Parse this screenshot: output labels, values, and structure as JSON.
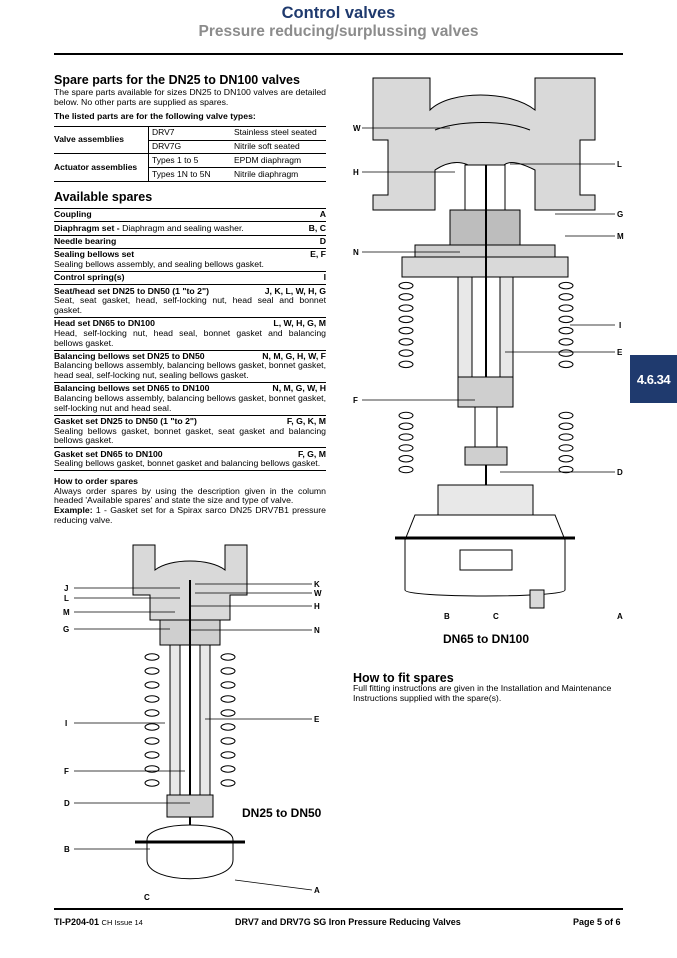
{
  "header": {
    "title": "Control valves",
    "subtitle": "Pressure reducing/surplussing valves"
  },
  "section_tab": "4.6.34",
  "spare_parts": {
    "heading": "Spare parts for the DN25 to DN100 valves",
    "intro": "The spare parts available for sizes DN25 to DN100 valves are detailed below. No other parts are supplied as spares.",
    "listed_heading": "The listed parts are for the following valve types:",
    "valve_types": [
      {
        "group": "Valve assemblies",
        "rows": [
          {
            "type": "DRV7",
            "desc": "Stainless steel seated"
          },
          {
            "type": "DRV7G",
            "desc": "Nitrile soft seated"
          }
        ]
      },
      {
        "group": "Actuator assemblies",
        "rows": [
          {
            "type": "Types 1 to 5",
            "desc": "EPDM diaphragm"
          },
          {
            "type": "Types 1N to 5N",
            "desc": "Nitrile diaphragm"
          }
        ]
      }
    ]
  },
  "available": {
    "heading": "Available spares",
    "items": [
      {
        "name": "Coupling",
        "desc": "",
        "code": "A",
        "detail": ""
      },
      {
        "name": "Diaphragm set -",
        "desc": " Diaphragm and sealing washer.",
        "code": "B, C",
        "detail": ""
      },
      {
        "name": "Needle bearing",
        "desc": "",
        "code": "D",
        "detail": ""
      },
      {
        "name": "Sealing bellows set",
        "desc": "",
        "code": "E, F",
        "detail": "Sealing bellows assembly, and sealing bellows gasket."
      },
      {
        "name": "Control spring(s)",
        "desc": "",
        "code": "I",
        "detail": ""
      },
      {
        "name": "Seat/head set  DN25 to DN50 (1 \"to 2\")",
        "desc": "",
        "code": "J, K, L, W, H, G",
        "detail": "Seat, seat gasket, head, self-locking nut, head seal and bonnet gasket."
      },
      {
        "name": "Head set DN65 to DN100",
        "desc": "",
        "code": "L, W, H, G, M",
        "detail": "Head, self-locking nut, head seal, bonnet gasket and balancing bellows gasket."
      },
      {
        "name": "Balancing bellows set DN25 to DN50",
        "desc": "",
        "code": "N, M, G, H, W, F",
        "detail": "Balancing bellows assembly, balancing bellows gasket, bonnet gasket, head seal, self-locking nut, sealing bellows gasket."
      },
      {
        "name": "Balancing bellows set DN65 to DN100",
        "desc": "",
        "code": "N, M, G, W, H",
        "detail": "Balancing bellows assembly, balancing bellows gasket, bonnet gasket, self-locking nut and head seal."
      },
      {
        "name": "Gasket set DN25 to DN50 (1 \"to 2\")",
        "desc": "",
        "code": "F, G, K, M",
        "detail": "Sealing bellows gasket, bonnet gasket, seat gasket and balancing bellows gasket."
      },
      {
        "name": "Gasket set DN65 to DN100",
        "desc": "",
        "code": "F, G, M",
        "detail": "Sealing bellows gasket, bonnet gasket and balancing bellows gasket."
      }
    ],
    "order_heading": "How to order spares",
    "order_text": "Always order spares by using the description given in the column headed 'Available spares' and state the size and type of valve.",
    "example_label": "Example:",
    "example_text": " 1 - Gasket set for a Spirax sarco DN25 DRV7B1 pressure reducing valve."
  },
  "fit": {
    "heading": "How to fit spares",
    "text": "Full fitting instructions are given in the Installation and Maintenance Instructions supplied with the spare(s)."
  },
  "drawings": {
    "large": {
      "caption": "DN65 to DN100",
      "labels_left": [
        "W",
        "H",
        "N",
        "F"
      ],
      "labels_right": [
        "L",
        "G",
        "M",
        "I",
        "E",
        "D"
      ],
      "labels_bottom": [
        "B",
        "C",
        "A"
      ]
    },
    "small": {
      "caption": "DN25 to DN50",
      "labels_left": [
        "J",
        "L",
        "M",
        "G",
        "I",
        "F",
        "D",
        "B",
        "C"
      ],
      "labels_right": [
        "K",
        "W",
        "H",
        "N",
        "E",
        "A"
      ]
    }
  },
  "footer": {
    "doc": "TI-P204-01",
    "issue": "CH Issue 14",
    "title": "DRV7 and DRV7G SG Iron Pressure Reducing Valves",
    "page": "Page 5 of 6"
  }
}
